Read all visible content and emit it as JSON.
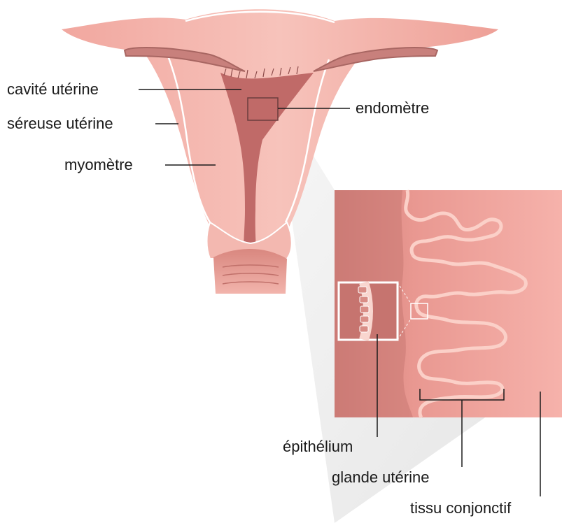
{
  "labels": {
    "uterine_cavity": "cavité utérine",
    "uterine_serosa": "séreuse utérine",
    "myometrium": "myomètre",
    "endometrium": "endomètre",
    "epithelium": "épithélium",
    "uterine_gland": "glande utérine",
    "connective_tissue": "tissu conjonctif"
  },
  "colors": {
    "tissue_light": "#f4b3ab",
    "tissue_mid": "#ee9a90",
    "tissue_dark": "#d97b73",
    "cavity": "#b55a5a",
    "outline": "#ffffff",
    "leader_line": "#1a1a1a",
    "zoom_panel_base": "#f0a49d",
    "zoom_panel_dark": "#d47f79",
    "callout_fan": "#dcdcdc"
  }
}
